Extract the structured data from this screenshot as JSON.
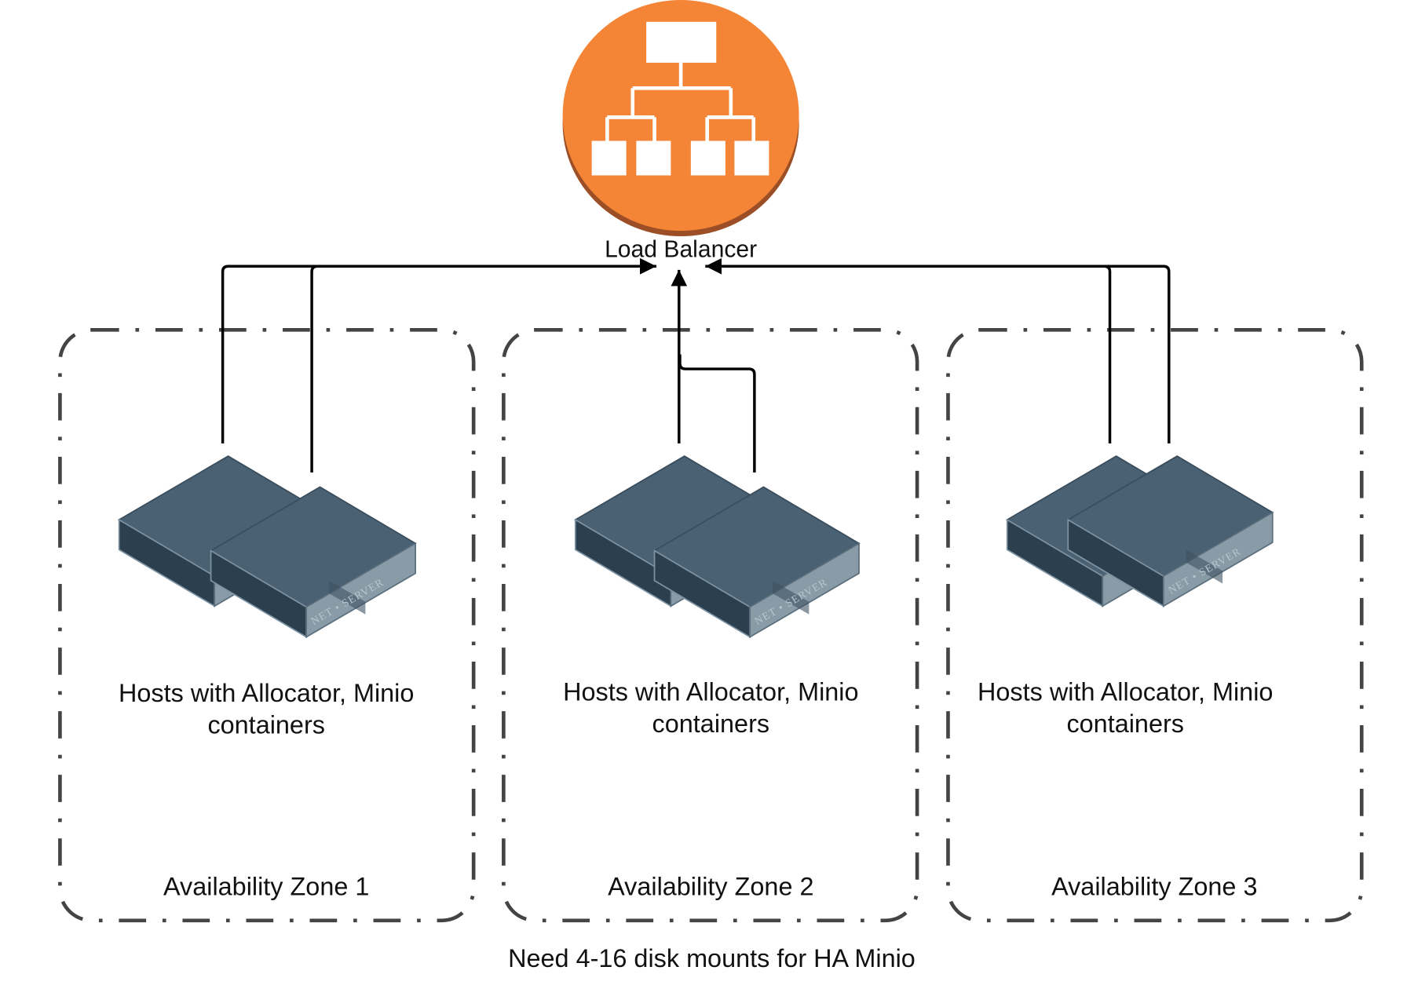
{
  "load_balancer": {
    "label": "Load Balancer",
    "icon": "load-balancer-icon",
    "color": "#F58536",
    "shadow_color": "#9C4F26"
  },
  "zones": [
    {
      "label": "Availability Zone 1",
      "hosts_line1": "Hosts with Allocator, Minio",
      "hosts_line2": "containers"
    },
    {
      "label": "Availability Zone 2",
      "hosts_line1": "Hosts with Allocator, Minio",
      "hosts_line2": "containers"
    },
    {
      "label": "Availability Zone 3",
      "hosts_line1": "Hosts with Allocator, Minio",
      "hosts_line2": "containers"
    }
  ],
  "server_brand": "NET • SERVER",
  "footer_note": "Need 4-16 disk mounts for HA Minio",
  "colors": {
    "server_top": "#4A6173",
    "server_side": "#2C3F4E",
    "server_front": "#8A9BA8",
    "zone_border": "#444444"
  }
}
